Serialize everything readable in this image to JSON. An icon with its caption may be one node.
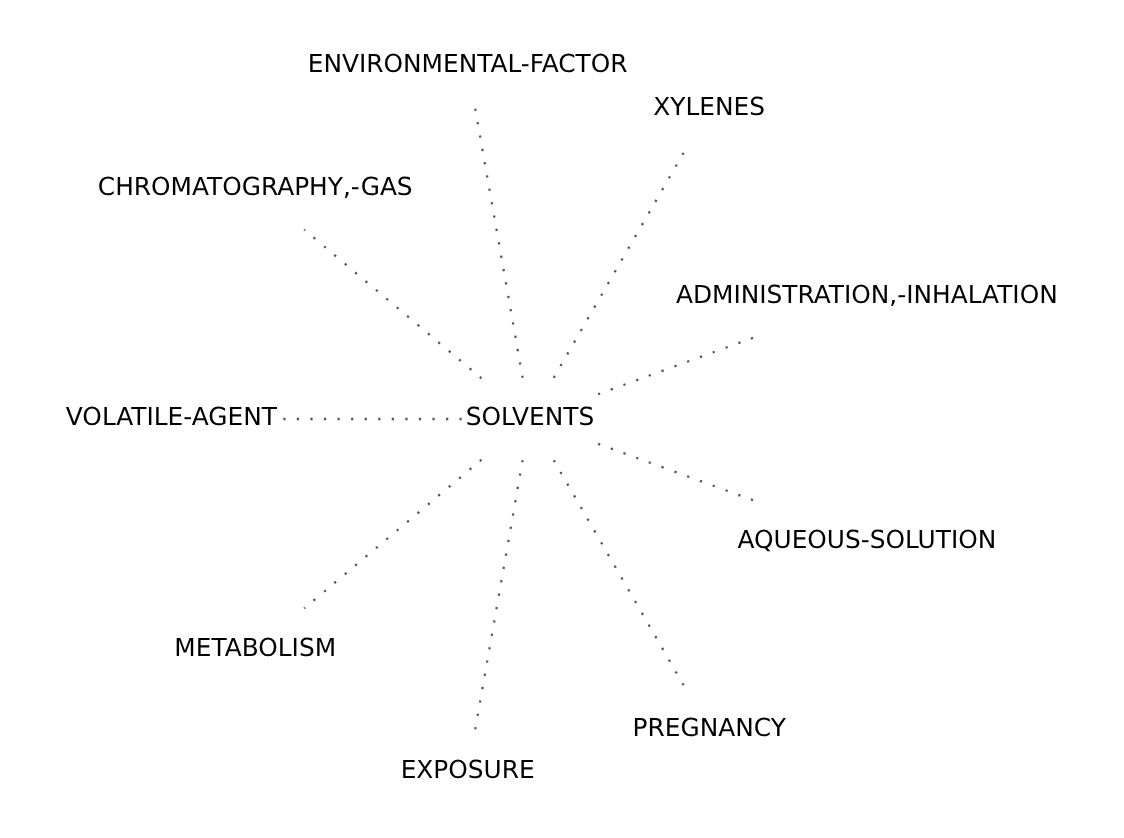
{
  "diagram": {
    "nodes": [
      {
        "text": [
          "ADMINISTRATION,-INHALATION"
        ]
      },
      {
        "text": [
          "XYLENES"
        ]
      },
      {
        "text": [
          "ENVIRONMENTAL-FACTOR"
        ]
      },
      {
        "text": [
          "CHROMATOGRAPHY,-GAS"
        ]
      },
      {
        "text": [
          "VOLATILE-AGENT"
        ]
      },
      {
        "text": [
          "SOLVENTS"
        ]
      },
      {
        "text": [
          "METABOLISM"
        ]
      },
      {
        "text": [
          "EXPOSURE"
        ]
      },
      {
        "text": [
          "PREGNANCY"
        ]
      },
      {
        "text": [
          "AQUEOUS-SOLUTION"
        ]
      }
    ],
    "edges": [
      {
        "from": 5,
        "to": 0,
        "arrow": "none"
      },
      {
        "from": 5,
        "to": 2,
        "arrow": "none"
      },
      {
        "from": 5,
        "to": 4,
        "arrow": "none"
      },
      {
        "from": 5,
        "to": 7,
        "arrow": "none"
      },
      {
        "from": 5,
        "to": 9,
        "arrow": "none"
      },
      {
        "from": 5,
        "to": 8,
        "arrow": "none"
      },
      {
        "from": 5,
        "to": 6,
        "arrow": "none"
      },
      {
        "from": 5,
        "to": 3,
        "arrow": "none"
      },
      {
        "from": 5,
        "to": 1,
        "arrow": "none"
      }
    ]
  }
}
